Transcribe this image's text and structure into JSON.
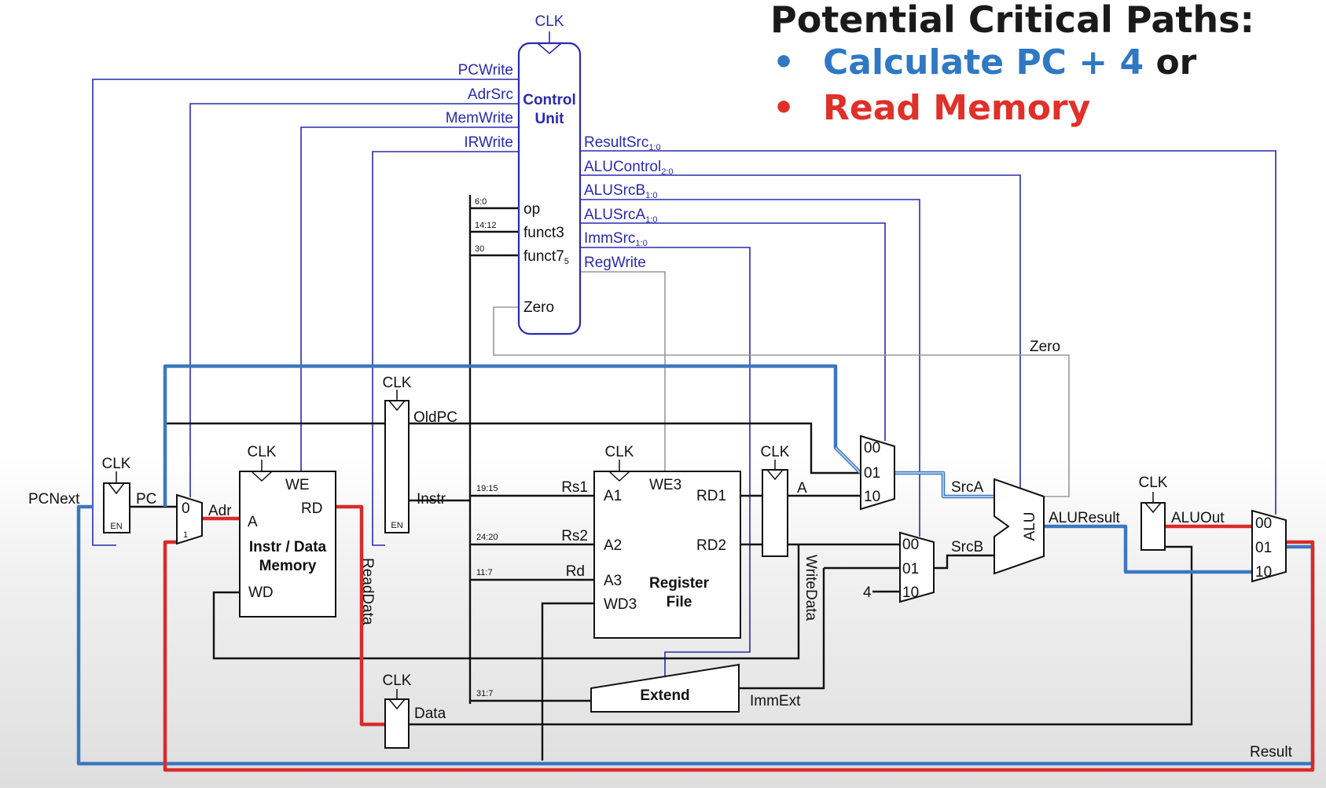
{
  "heading": {
    "title": "Potential Critical Paths:",
    "bullet_char": "•",
    "path1": "Calculate PC + 4",
    "path1_connector": "or",
    "path2": "Read Memory"
  },
  "colors": {
    "control": "#2a2ab0",
    "path_pc4": "#2f78c4",
    "path_mem": "#e0302a",
    "wire": "#111111"
  },
  "control_unit": {
    "clk": "CLK",
    "title_line1": "Control",
    "title_line2": "Unit",
    "inputs": {
      "op": "op",
      "funct3": "funct3",
      "funct7": "funct7",
      "funct7_sub": "5",
      "zero": "Zero"
    },
    "bit_ranges": {
      "op": "6:0",
      "funct3": "14:12",
      "funct7": "30"
    },
    "left_outputs": {
      "pcwrite": "PCWrite",
      "adrsrc": "AdrSrc",
      "memwrite": "MemWrite",
      "irwrite": "IRWrite"
    },
    "right_outputs": {
      "resultsrc": "ResultSrc",
      "resultsrc_sub": "1:0",
      "alucontrol": "ALUControl",
      "alucontrol_sub": "2:0",
      "alusrcb": "ALUSrcB",
      "alusrcb_sub": "1:0",
      "alusrca": "ALUSrcA",
      "alusrca_sub": "1:0",
      "immsrc": "ImmSrc",
      "immsrc_sub": "1:0",
      "regwrite": "RegWrite"
    }
  },
  "pc_register": {
    "clk": "CLK",
    "en": "EN",
    "in_label": "PCNext",
    "out_label": "PC"
  },
  "adr_mux": {
    "in0": "0",
    "in1": "1",
    "out_label": "Adr"
  },
  "memory": {
    "clk": "CLK",
    "we": "WE",
    "a": "A",
    "rd": "RD",
    "wd": "WD",
    "title_line1": "Instr / Data",
    "title_line2": "Memory",
    "readdata": "ReadData"
  },
  "instr_register": {
    "clk": "CLK",
    "en": "EN",
    "oldpc": "OldPC",
    "instr": "Instr"
  },
  "bit_fields": {
    "rs1": "19:15",
    "rs2": "24:20",
    "rd": "11:7",
    "imm": "31:7"
  },
  "register_file": {
    "clk": "CLK",
    "we3": "WE3",
    "a1": "A1",
    "a2": "A2",
    "a3": "A3",
    "wd3": "WD3",
    "rd1": "RD1",
    "rd2": "RD2",
    "title_line1": "Register",
    "title_line2": "File",
    "rs1": "Rs1",
    "rs2": "Rs2",
    "rd": "Rd"
  },
  "ab_register": {
    "clk": "CLK",
    "a": "A",
    "writedata": "WriteData"
  },
  "srca_mux": {
    "in00": "00",
    "in01": "01",
    "in10": "10",
    "out": "SrcA"
  },
  "srcb_mux": {
    "in00": "00",
    "in01": "01",
    "in10": "10",
    "out": "SrcB",
    "const": "4"
  },
  "alu": {
    "label": "ALU",
    "result": "ALUResult",
    "zero": "Zero"
  },
  "aluout_register": {
    "clk": "CLK",
    "out": "ALUOut"
  },
  "result_mux": {
    "in00": "00",
    "in01": "01",
    "in10": "10",
    "out": "Result"
  },
  "data_register": {
    "clk": "CLK",
    "out": "Data"
  },
  "extend": {
    "label": "Extend",
    "out": "ImmExt"
  }
}
